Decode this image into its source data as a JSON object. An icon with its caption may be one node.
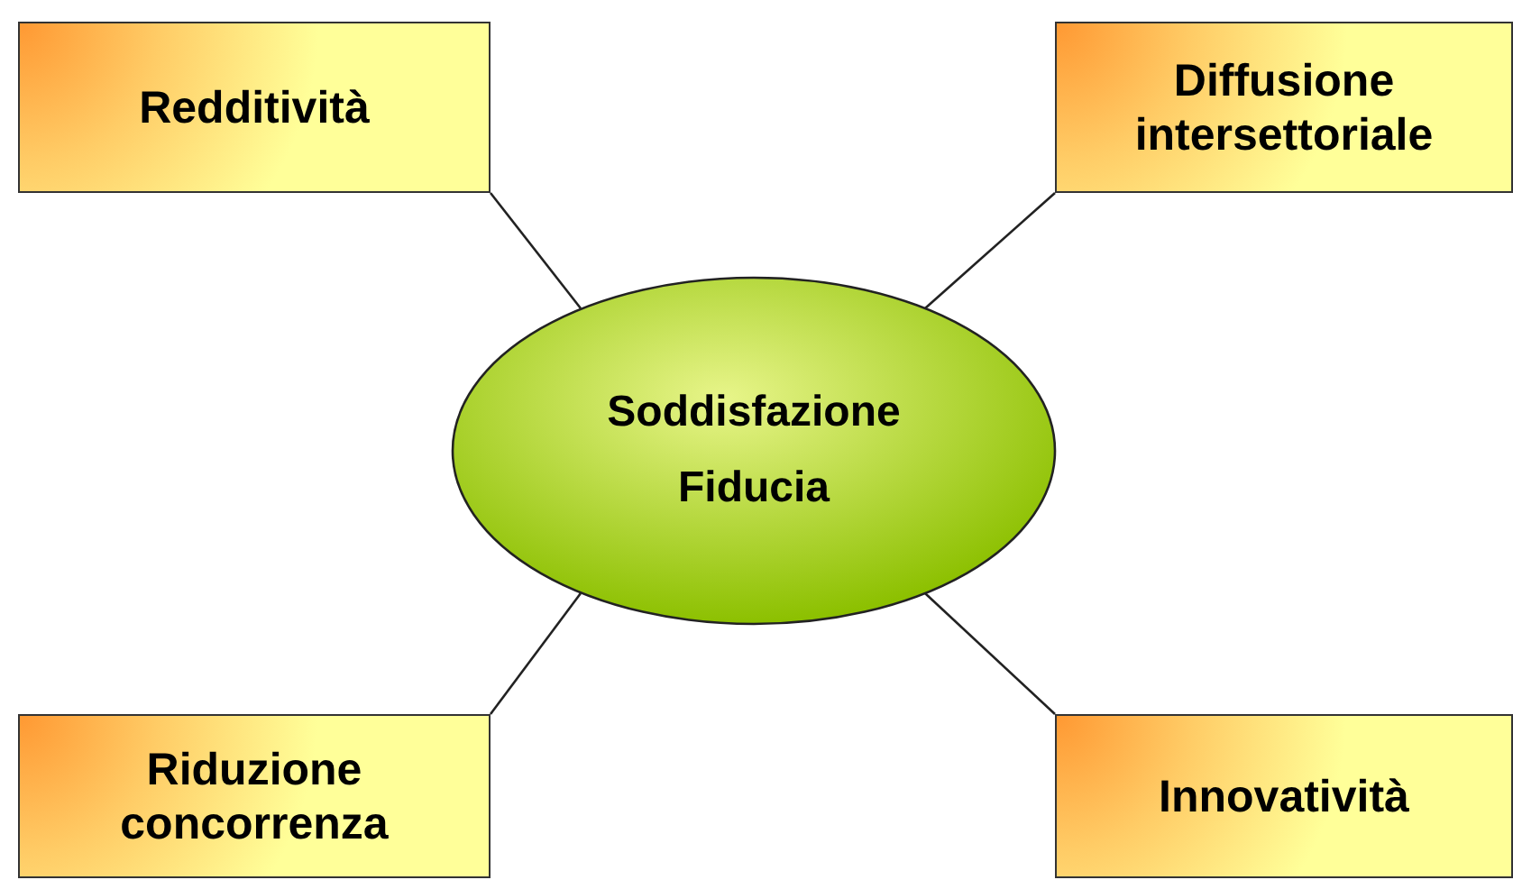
{
  "diagram": {
    "nodes": [
      {
        "text": [
          "Redditività"
        ]
      },
      {
        "text": [
          "Diffusione intersettoriale"
        ]
      },
      {
        "text": [
          "Soddisfazione",
          "Fiducia"
        ]
      },
      {
        "text": [
          "Riduzione concorrenza"
        ]
      },
      {
        "text": [
          "Innovatività"
        ]
      }
    ],
    "edges": [
      {
        "from": 2,
        "to": 0,
        "arrow": "none"
      },
      {
        "from": 2,
        "to": 1,
        "arrow": "none"
      },
      {
        "from": 2,
        "to": 3,
        "arrow": "none"
      },
      {
        "from": 2,
        "to": 4,
        "arrow": "none"
      }
    ]
  }
}
